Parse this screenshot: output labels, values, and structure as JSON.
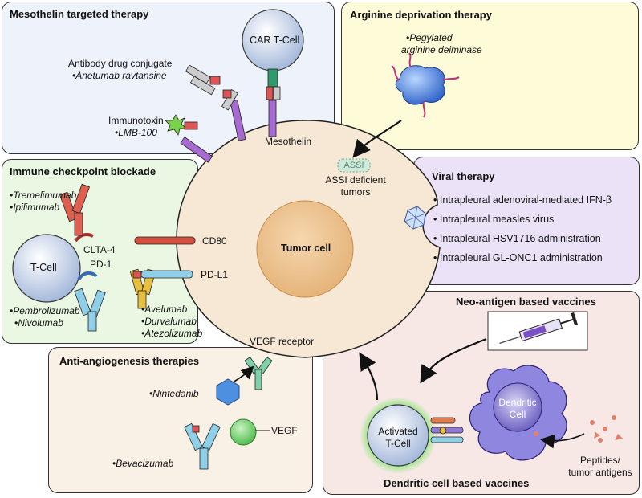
{
  "panels": {
    "mesothelin": {
      "title": "Mesothelin targeted therapy",
      "car_t": "CAR T-Cell",
      "adc": "Antibody drug conjugate",
      "adc_drug": "•Anetumab ravtansine",
      "immunotoxin": "Immunotoxin",
      "immunotoxin_drug": "•LMB-100",
      "mesothelin": "Mesothelin"
    },
    "arginine": {
      "title": "Arginine deprivation therapy",
      "drug_line1": "•Pegylated",
      "drug_line2": "arginine deiminase"
    },
    "checkpoint": {
      "title": "Immune checkpoint blockade",
      "drug1": "•Tremelimumab",
      "drug2": "•Ipilimumab",
      "tcell": "T-Cell",
      "clta4": "CLTA-4",
      "pd1": "PD-1",
      "drug3": "•Pembrolizumab",
      "drug4": "•Nivolumab",
      "drug5": "•Avelumab",
      "drug6": "•Durvalumab",
      "drug7": "•Atezolizumab"
    },
    "viral": {
      "title": "Viral therapy",
      "items": [
        "Intrapleural adenoviral-mediated IFN-β",
        "Intrapleural measles virus",
        "Intrapleural HSV1716 administration",
        "Intrapleural GL-ONC1 administration"
      ]
    },
    "angio": {
      "title": "Anti-angiogenesis therapies",
      "drug1": "•Nintedanib",
      "drug2": "•Bevacizumab",
      "vegf": "VEGF"
    },
    "vaccines": {
      "title_top": "Neo-antigen based vaccines",
      "title_bottom": "Dendritic cell based vaccines",
      "activated_line1": "Activated",
      "activated_line2": "T-Cell",
      "dendritic_line1": "Dendritic",
      "dendritic_line2": "Cell",
      "peptides_line1": "Peptides/",
      "peptides_line2": "tumor antigens"
    }
  },
  "tumor": {
    "label": "Tumor cell",
    "assi_badge": "ASSI",
    "assi_line1": "ASSI deficient",
    "assi_line2": "tumors",
    "cd80": "CD80",
    "pdl1": "PD-L1",
    "vegf_receptor": "VEGF receptor"
  },
  "colors": {
    "mesothelin_bg": "#eef3fb",
    "arginine_bg": "#fdfbd8",
    "checkpoint_bg": "#eaf7e3",
    "viral_bg": "#ece2f8",
    "angio_bg": "#faf1e6",
    "vaccine_bg": "#f7e8e6",
    "tumor_cell": "#f6e8d4",
    "nucleus": "#efc692"
  }
}
